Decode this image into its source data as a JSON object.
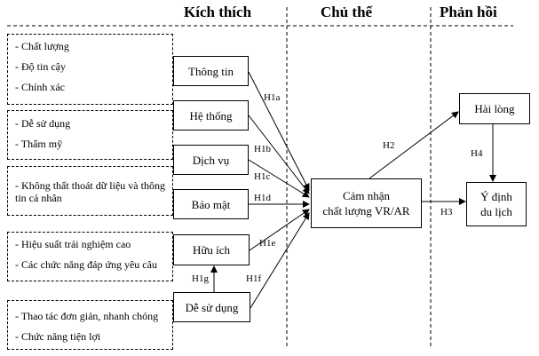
{
  "headers": {
    "stimulus": "Kích thích",
    "organism": "Chủ thể",
    "response": "Phản hồi"
  },
  "attribute_groups": [
    {
      "items": [
        "- Chất lượng",
        "- Độ tin cậy",
        "- Chính xác"
      ]
    },
    {
      "items": [
        "- Dễ sử dụng",
        "- Thẩm mỹ"
      ]
    },
    {
      "items": [
        "- Không thất thoát dữ liệu và thông tin cá nhân"
      ]
    },
    {
      "items": [
        "- Hiệu suất trải nghiệm cao",
        "- Các chức năng đáp ứng yêu câu"
      ]
    },
    {
      "items": [
        "- Thao tác đơn giản, nhanh chóng",
        "- Chức năng tiện lợi"
      ]
    }
  ],
  "constructs": {
    "thong_tin": "Thông tin",
    "he_thong": "Hệ thống",
    "dich_vu": "Dịch vụ",
    "bao_mat": "Bảo mật",
    "huu_ich": "Hữu ích",
    "de_su_dung": "Dễ sử dụng",
    "cam_nhan_line1": "Cảm nhận",
    "cam_nhan_line2": "chất lượng VR/AR",
    "hai_long": "Hài lòng",
    "y_dinh_line1": "Ý định",
    "y_dinh_line2": "du lịch"
  },
  "hypotheses": {
    "h1a": "H1a",
    "h1b": "H1b",
    "h1c": "H1c",
    "h1d": "H1d",
    "h1e": "H1e",
    "h1f": "H1f",
    "h1g": "H1g",
    "h2": "H2",
    "h3": "H3",
    "h4": "H4"
  }
}
